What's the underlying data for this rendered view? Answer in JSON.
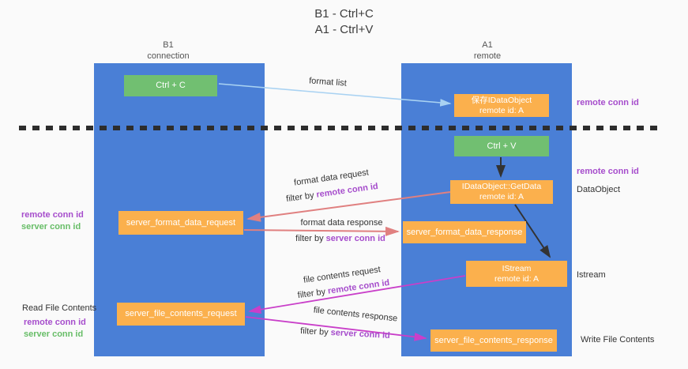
{
  "title": {
    "line1": "B1 - Ctrl+C",
    "line2": "A1 - Ctrl+V"
  },
  "lifelines": {
    "left": {
      "name": "B1",
      "subtitle": "connection"
    },
    "right": {
      "name": "A1",
      "subtitle": "remote"
    }
  },
  "boxes": {
    "ctrl_c": {
      "label": "Ctrl + C"
    },
    "ctrl_v": {
      "label": "Ctrl + V"
    },
    "save_dataobject": {
      "line1": "保存IDataObject",
      "line2": "remote id: A"
    },
    "getdata": {
      "line1": "IDataObject::GetData",
      "line2": "remote id: A"
    },
    "istream": {
      "line1": "IStream",
      "line2": "remote id: A"
    },
    "format_request": {
      "label": "server_format_data_request"
    },
    "format_response": {
      "label": "server_format_data_response"
    },
    "file_request": {
      "label": "server_file_contents_request"
    },
    "file_response": {
      "label": "server_file_contents_response"
    }
  },
  "arrows": {
    "format_list": {
      "label": "format list"
    },
    "format_data_request": {
      "label": "format data request",
      "filter_prefix": "filter by ",
      "filter_key": "remote conn id"
    },
    "format_data_response": {
      "label": "format data response",
      "filter_prefix": "filter by ",
      "filter_key": "server conn id"
    },
    "file_contents_request": {
      "label": "file contents request",
      "filter_prefix": "filter by ",
      "filter_key": "remote conn id"
    },
    "file_contents_response": {
      "label": "file contents response",
      "filter_prefix": "filter by ",
      "filter_key": "server conn id"
    }
  },
  "side_labels": {
    "right_remote_conn_top": "remote conn id",
    "right_remote_conn_mid": "remote conn id",
    "right_dataobject": "DataObject",
    "right_istream": "Istream",
    "right_write_file": "Write File Contents",
    "left_remote_conn_mid": "remote conn id",
    "left_server_conn_mid": "server conn id",
    "left_read_file": "Read File Contents",
    "left_remote_conn_bottom": "remote conn id",
    "left_server_conn_bottom": "server conn id"
  },
  "colors": {
    "lifeline_blue": "#4a7fd6",
    "box_green": "#71bf71",
    "box_orange": "#fbb04d",
    "arrow_salmon": "#e08080",
    "arrow_magenta": "#c93fc9",
    "arrow_lightblue": "#a9d2f2",
    "arrow_black": "#333333",
    "text_purple": "#a64dcc",
    "text_green": "#67bd67",
    "dash_black": "#2d2d2d",
    "background": "#fafafa"
  }
}
